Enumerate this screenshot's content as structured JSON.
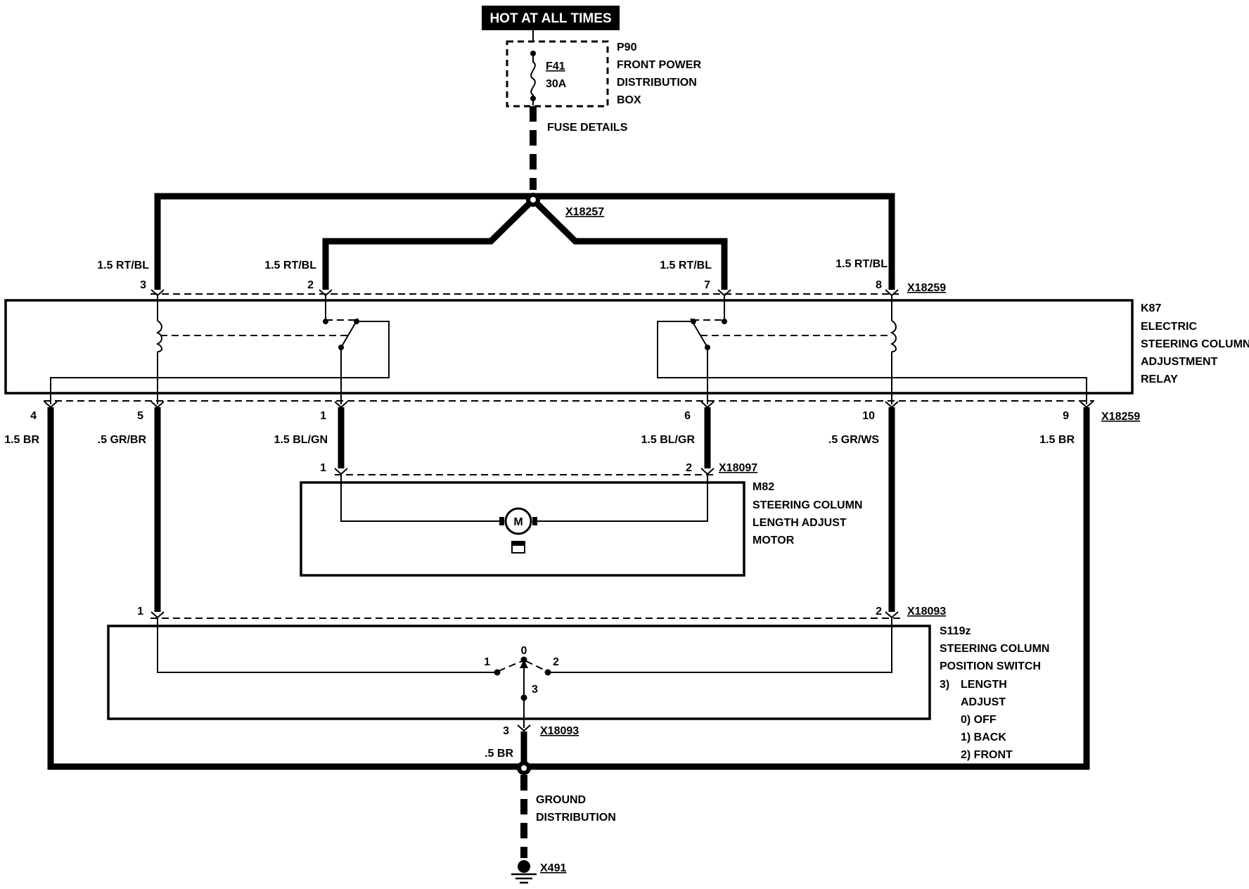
{
  "header": {
    "hot_label": "HOT AT ALL TIMES"
  },
  "fuse_box": {
    "id": "P90",
    "line1": "FRONT POWER",
    "line2": "DISTRIBUTION",
    "line3": "BOX",
    "fuse_id": "F41",
    "fuse_rating": "30A",
    "details": "FUSE DETAILS"
  },
  "splice_top": "X18257",
  "upper_wires": [
    {
      "label": "1.5 RT/BL",
      "pin": "3"
    },
    {
      "label": "1.5 RT/BL",
      "pin": "2"
    },
    {
      "label": "1.5 RT/BL",
      "pin": "7"
    },
    {
      "label": "1.5 RT/BL",
      "pin": "8"
    }
  ],
  "connector_top": "X18259",
  "relay": {
    "id": "K87",
    "line1": "ELECTRIC",
    "line2": "STEERING COLUMN",
    "line3": "ADJUSTMENT",
    "line4": "RELAY"
  },
  "lower_pins": [
    "4",
    "5",
    "1",
    "6",
    "10",
    "9"
  ],
  "connector_bottom": "X18259",
  "lower_wires": [
    "1.5 BR",
    ".5 GR/BR",
    "1.5 BL/GN",
    "1.5 BL/GR",
    ".5 GR/WS",
    "1.5 BR"
  ],
  "motor": {
    "pin_left": "1",
    "pin_right": "2",
    "connector": "X18097",
    "id": "M82",
    "line1": "STEERING COLUMN",
    "line2": "LENGTH ADJUST",
    "line3": "MOTOR",
    "symbol": "M"
  },
  "switch": {
    "pin_left": "1",
    "pin_right": "2",
    "connector": "X18093",
    "id": "S119z",
    "line1": "STEERING COLUMN",
    "line2": "POSITION SWITCH",
    "sub_index": "3)",
    "sub1": "LENGTH",
    "sub2": "ADJUST",
    "pos0": "0) OFF",
    "pos1": "1) BACK",
    "pos2": "2) FRONT",
    "contact0": "0",
    "contact1": "1",
    "contact2": "2",
    "contact3": "3"
  },
  "ground": {
    "pin": "3",
    "connector": "X18093",
    "wire": ".5 BR",
    "line1": "GROUND",
    "line2": "DISTRIBUTION",
    "point": "X491"
  }
}
